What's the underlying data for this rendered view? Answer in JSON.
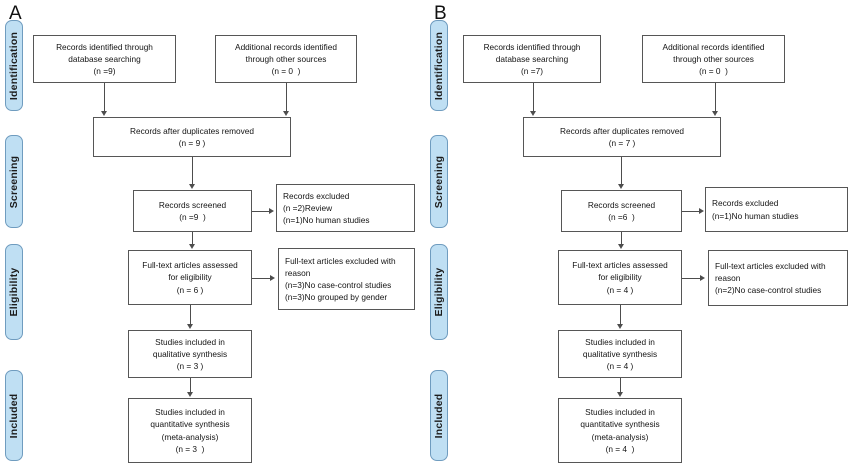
{
  "figure": {
    "title": "PRISMA flow diagram (two panels)",
    "accent_color": "#bfdff3",
    "accent_border_color": "#6f9cbf",
    "box_border_color": "#565656",
    "connector_color": "#4d4d4d"
  },
  "stages": [
    {
      "key": "identification",
      "label": "Identification"
    },
    {
      "key": "screening",
      "label": "Screening"
    },
    {
      "key": "eligibility",
      "label": "Eligibility"
    },
    {
      "key": "included",
      "label": "Included"
    }
  ],
  "panels": [
    {
      "letter": "A",
      "boxes": {
        "database_search": {
          "lines": [
            "Records identified through",
            "database searching",
            "(n =9)"
          ]
        },
        "other_sources": {
          "lines": [
            "Additional records identified",
            "through other sources",
            "(n = 0  )"
          ]
        },
        "after_duplicates": {
          "lines": [
            "Records after duplicates removed",
            "(n = 9 )"
          ]
        },
        "records_screened": {
          "lines": [
            "Records screened",
            "(n =9  )"
          ]
        },
        "records_excluded": {
          "lines": [
            "Records excluded",
            "(n =2)Review",
            "(n=1)No human studies"
          ]
        },
        "fulltext_assessed": {
          "lines": [
            "Full-text articles assessed",
            "for eligibility",
            "(n = 6 )"
          ]
        },
        "fulltext_excluded": {
          "lines": [
            "Full-text articles excluded with",
            "reason",
            "(n=3)No case-control studies",
            "(n=3)No grouped by gender"
          ]
        },
        "qualitative": {
          "lines": [
            "Studies included in",
            "qualitative synthesis",
            "(n = 3 )"
          ]
        },
        "quantitative": {
          "lines": [
            "Studies included in",
            "quantitative synthesis",
            "(meta-analysis)",
            "(n = 3  )"
          ]
        }
      }
    },
    {
      "letter": "B",
      "boxes": {
        "database_search": {
          "lines": [
            "Records identified through",
            "database searching",
            "(n =7)"
          ]
        },
        "other_sources": {
          "lines": [
            "Additional records identified",
            "through other sources",
            "(n = 0  )"
          ]
        },
        "after_duplicates": {
          "lines": [
            "Records after duplicates removed",
            "(n = 7 )"
          ]
        },
        "records_screened": {
          "lines": [
            "Records screened",
            "(n =6  )"
          ]
        },
        "records_excluded": {
          "lines": [
            "Records excluded",
            "(n=1)No human studies"
          ]
        },
        "fulltext_assessed": {
          "lines": [
            "Full-text articles assessed",
            "for eligibility",
            "(n = 4 )"
          ]
        },
        "fulltext_excluded": {
          "lines": [
            "Full-text articles excluded with",
            "reason",
            "(n=2)No case-control studies"
          ]
        },
        "qualitative": {
          "lines": [
            "Studies included in",
            "qualitative synthesis",
            "(n = 4 )"
          ]
        },
        "quantitative": {
          "lines": [
            "Studies included in",
            "quantitative synthesis",
            "(meta-analysis)",
            "(n = 4  )"
          ]
        }
      }
    }
  ]
}
